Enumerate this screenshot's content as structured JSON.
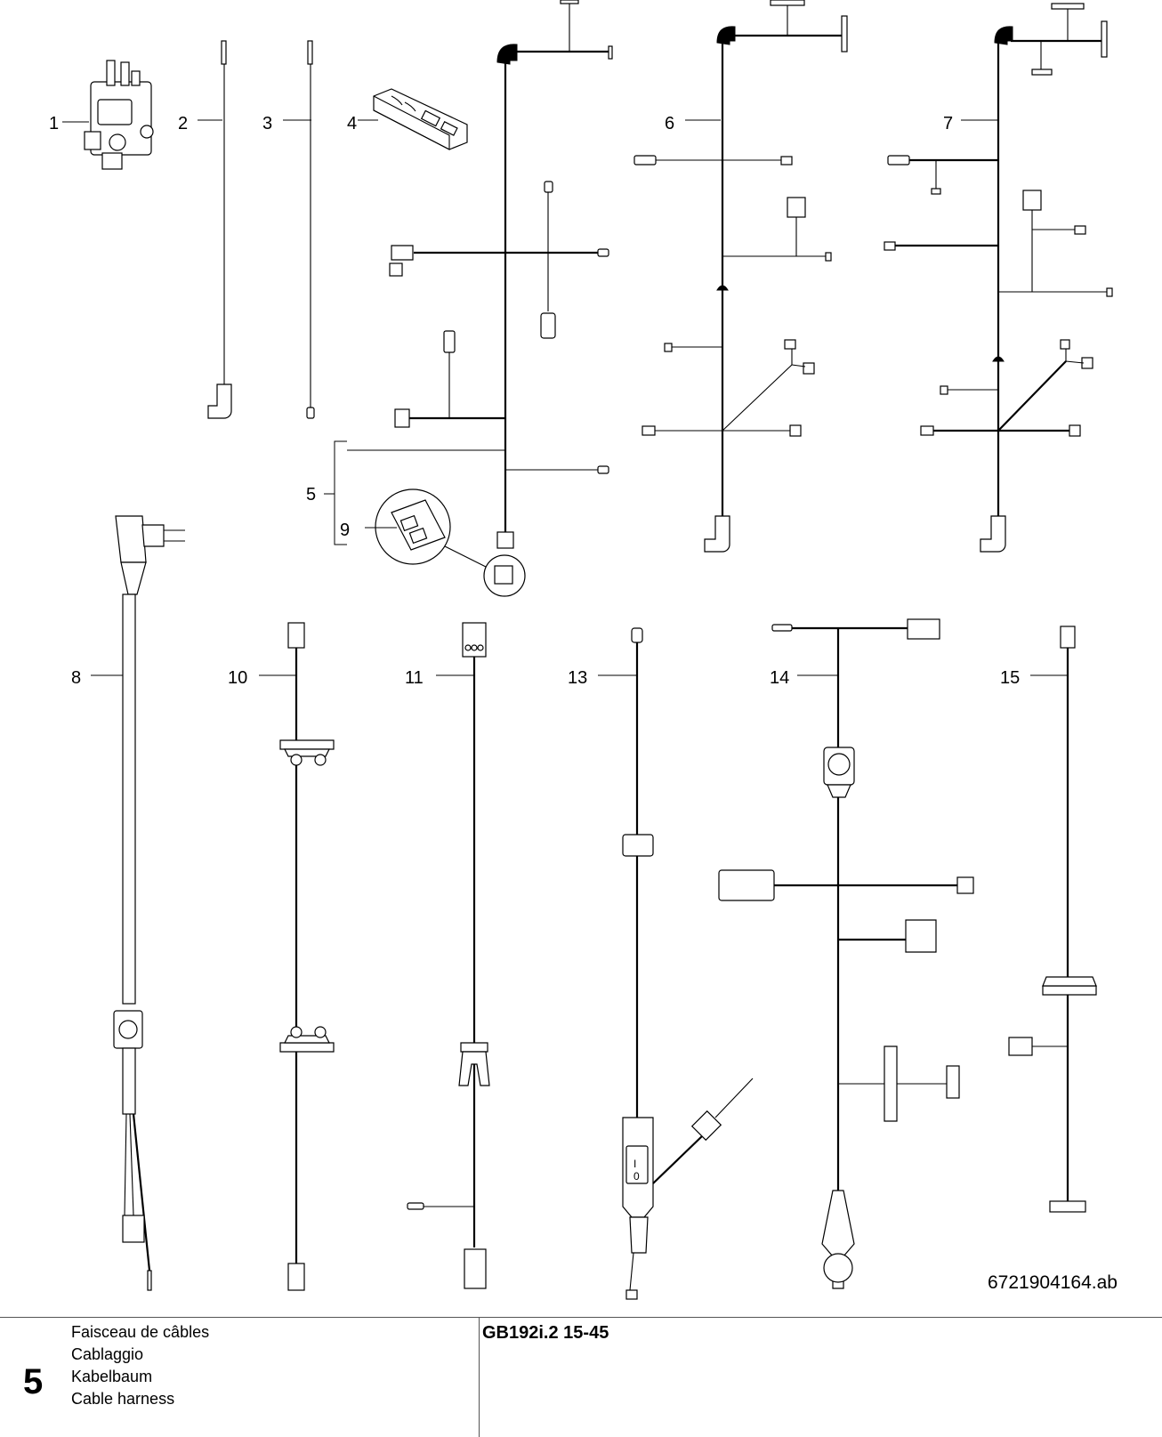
{
  "callouts": [
    "1",
    "2",
    "3",
    "4",
    "5",
    "6",
    "7",
    "8",
    "9",
    "10",
    "11",
    "13",
    "14",
    "15"
  ],
  "document_id": "6721904164.ab",
  "footer": {
    "figure_number": "5",
    "captions": [
      "Faisceau de câbles",
      "Cablaggio",
      "Kabelbaum",
      "Cable harness"
    ],
    "model": "GB192i.2 15-45"
  },
  "switch_labels": [
    "I",
    "0"
  ]
}
